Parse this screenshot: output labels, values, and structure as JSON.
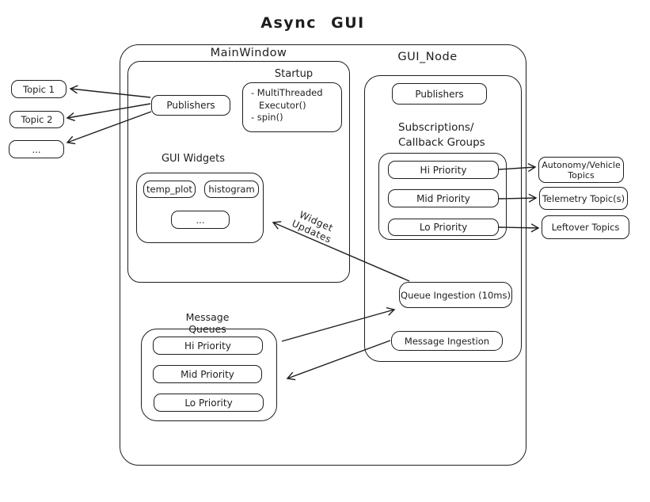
{
  "title": "Async GUI",
  "colors": {
    "stroke": "#1e1e1e",
    "background": "#ffffff"
  },
  "left_topics": {
    "topic1": "Topic 1",
    "topic2": "Topic 2",
    "more": "..."
  },
  "main_window": {
    "label": "MainWindow",
    "publishers": "Publishers",
    "startup": {
      "label": "Startup",
      "line1": "- MultiThreaded",
      "line2": "Executor()",
      "line3": "- spin()"
    },
    "gui_widgets": {
      "label": "GUI Widgets",
      "temp_plot": "temp_plot",
      "histogram": "histogram",
      "more": "..."
    },
    "message_queues": {
      "label": "Message Queues",
      "hi": "Hi Priority",
      "mid": "Mid Priority",
      "lo": "Lo Priority"
    }
  },
  "gui_node": {
    "label": "GUI_Node",
    "publishers": "Publishers",
    "subscriptions_heading_line1": "Subscriptions/",
    "subscriptions_heading_line2": "Callback Groups",
    "callback_groups": {
      "hi": "Hi Priority",
      "mid": "Mid Priority",
      "lo": "Lo Priority"
    },
    "queue_ingestion": "Queue Ingestion (10ms)",
    "message_ingestion": "Message Ingestion"
  },
  "right_topics": {
    "autonomy": "Autonomy/Vehicle Topics",
    "telemetry": "Telemetry Topic(s)",
    "leftover": "Leftover Topics"
  },
  "edge_labels": {
    "widget_updates": "Widget Updates"
  }
}
